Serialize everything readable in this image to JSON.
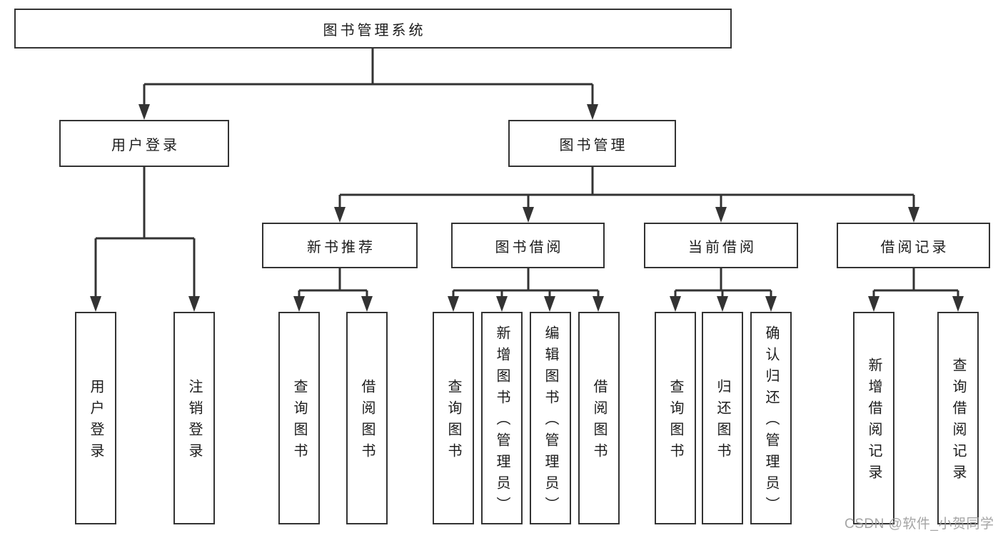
{
  "tree": {
    "root": "图书管理系统",
    "children": [
      {
        "label": "用户登录",
        "children": [
          "用户登录",
          "注销登录"
        ]
      },
      {
        "label": "图书管理",
        "children": [
          {
            "label": "新书推荐",
            "children": [
              "查询图书",
              "借阅图书"
            ]
          },
          {
            "label": "图书借阅",
            "children": [
              "查询图书",
              "新增图书（管理员）",
              "编辑图书（管理员）",
              "借阅图书"
            ]
          },
          {
            "label": "当前借阅",
            "children": [
              "查询图书",
              "归还图书",
              "确认归还（管理员）"
            ]
          },
          {
            "label": "借阅记录",
            "children": [
              "新增借阅记录",
              "查询借阅记录"
            ]
          }
        ]
      }
    ]
  },
  "watermark": {
    "text": "CSDN @软件_小贺同学"
  },
  "colors": {
    "line": "#333333",
    "text": "#1c1c1c",
    "box_background": "#ffffff",
    "watermark": "#9b9b9b",
    "page_background": "#ffffff"
  }
}
